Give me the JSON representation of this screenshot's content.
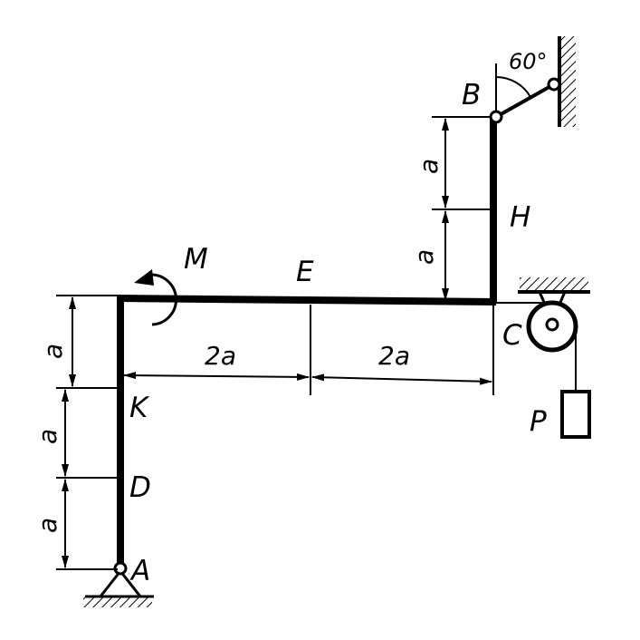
{
  "labels": {
    "A": "A",
    "B": "B",
    "C": "C",
    "D": "D",
    "E": "E",
    "H": "H",
    "K": "K",
    "M": "M",
    "P": "P"
  },
  "dimensions": {
    "left_1": "a",
    "left_2": "a",
    "left_3": "a",
    "right_1": "a",
    "right_2": "a",
    "horizontal_1": "2a",
    "horizontal_2": "2a"
  },
  "angle": "60°",
  "colors": {
    "ink": "#000000",
    "paper": "#ffffff"
  }
}
